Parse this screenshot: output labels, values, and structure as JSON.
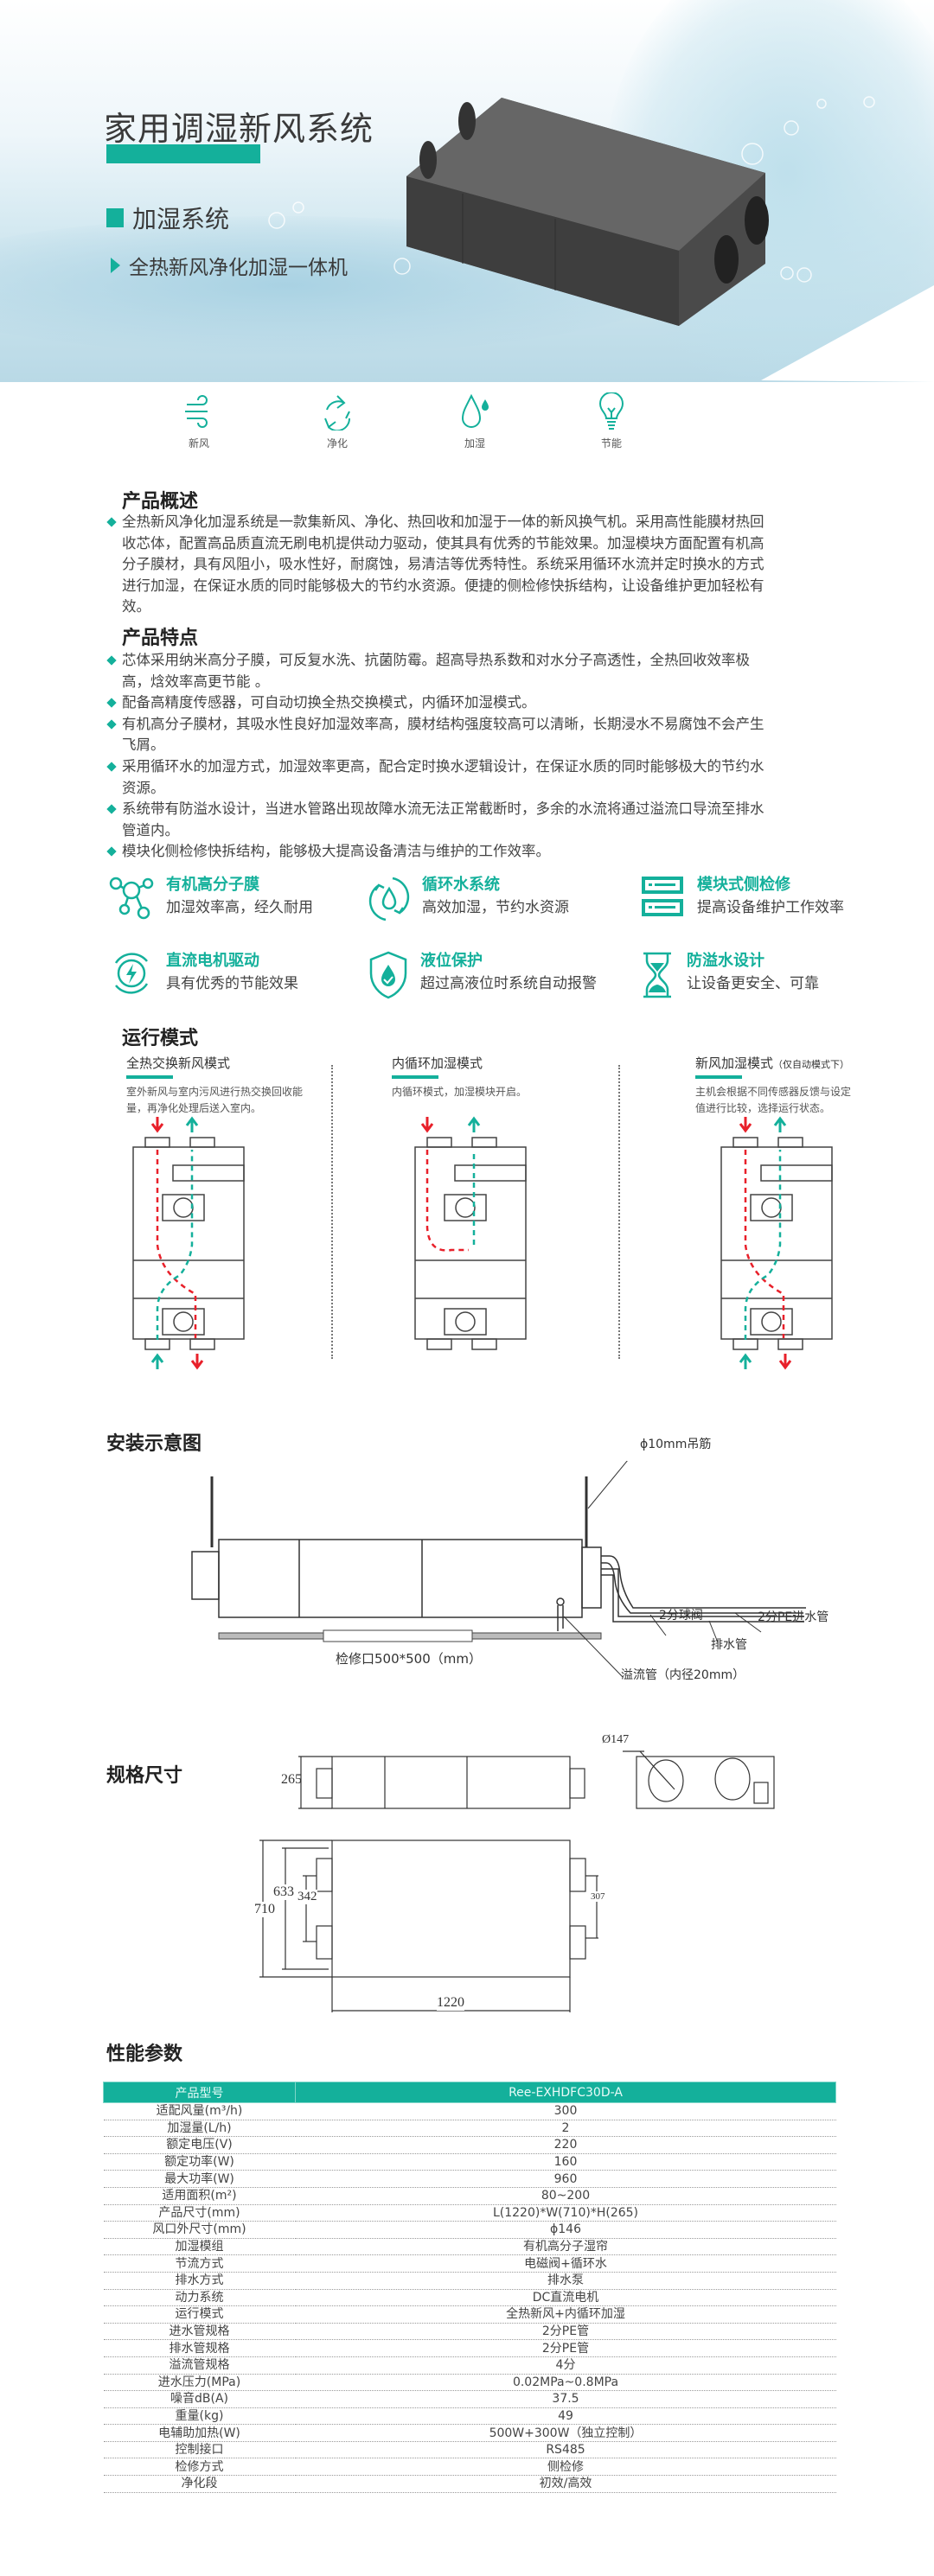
{
  "hero": {
    "title": "家用调湿新风系统",
    "subtitle": "加湿系统",
    "tagline": "全热新风净化加湿一体机"
  },
  "quick_icons": [
    {
      "icon": "wind-icon",
      "label": "新风"
    },
    {
      "icon": "recycle-icon",
      "label": "净化"
    },
    {
      "icon": "water-drop-icon",
      "label": "加湿"
    },
    {
      "icon": "lightbulb-icon",
      "label": "节能"
    }
  ],
  "overview": {
    "heading": "产品概述",
    "text": "全热新风净化加湿系统是一款集新风、净化、热回收和加湿于一体的新风换气机。采用高性能膜材热回收芯体，配置高品质直流无刷电机提供动力驱动，使其具有优秀的节能效果。加湿模块方面配置有机高分子膜材，具有风阻小，吸水性好，耐腐蚀，易清洁等优秀特性。系统采用循环水流并定时换水的方式进行加湿，在保证水质的同时能够极大的节约水资源。便捷的侧检修快拆结构，让设备维护更加轻松有效。"
  },
  "features": {
    "heading": "产品特点",
    "items": [
      "芯体采用纳米高分子膜，可反复水洗、抗菌防霉。超高导热系数和对水分子高透性，全热回收效率极高，焓效率高更节能 。",
      "配备高精度传感器，可自动切换全热交换模式，内循环加湿模式。",
      "有机高分子膜材，其吸水性良好加湿效率高，膜材结构强度较高可以清晰，长期浸水不易腐蚀不会产生飞屑。",
      "采用循环水的加湿方式，加湿效率更高，配合定时换水逻辑设计，在保证水质的同时能够极大的节约水资源。",
      "系统带有防溢水设计，当进水管路出现故障水流无法正常截断时，多余的水流将通过溢流口导流至排水管道内。",
      "模块化侧检修快拆结构，能够极大提高设备清洁与维护的工作效率。"
    ]
  },
  "highlights": [
    {
      "icon": "molecule-icon",
      "title": "有机高分子膜",
      "desc": "加湿效率高，经久耐用"
    },
    {
      "icon": "water-cycle-icon",
      "title": "循环水系统",
      "desc": "高效加湿，节约水资源"
    },
    {
      "icon": "module-icon",
      "title": "模块式侧检修",
      "desc": "提高设备维护工作效率"
    },
    {
      "icon": "dc-motor-icon",
      "title": "直流电机驱动",
      "desc": "具有优秀的节能效果"
    },
    {
      "icon": "shield-drop-icon",
      "title": "液位保护",
      "desc": "超过高液位时系统自动报警"
    },
    {
      "icon": "hourglass-icon",
      "title": "防溢水设计",
      "desc": "让设备更安全、可靠"
    }
  ],
  "modes": {
    "heading": "运行模式",
    "items": [
      {
        "title": "全热交换新风模式",
        "note": "",
        "desc": "室外新风与室内污风进行热交换回收能量，再净化处理后送入室内。"
      },
      {
        "title": "内循环加湿模式",
        "note": "",
        "desc": "内循环模式，加湿模块开启。"
      },
      {
        "title": "新风加湿模式",
        "note": "（仅自动模式下）",
        "desc": "主机会根据不同传感器反馈与设定值进行比较，选择运行状态。"
      }
    ]
  },
  "install": {
    "heading": "安装示意图",
    "labels": {
      "rod": "ϕ10mm吊筋",
      "valve": "2分球阀",
      "inlet": "2分PE进水管",
      "drain": "排水管",
      "overflow": "溢流管（内径20mm）",
      "access": "检修口500*500（mm）"
    }
  },
  "dimensions": {
    "heading": "规格尺寸",
    "height": "265",
    "duct": "Ø147",
    "width_total": "710",
    "width_mount": "633",
    "duct_spacing_left": "342",
    "duct_spacing_right": "307",
    "length": "1220"
  },
  "specs": {
    "heading": "性能参数",
    "header": [
      "产品型号",
      "Ree-EXHDFC30D-A"
    ],
    "rows": [
      [
        "适配风量(m³/h)",
        "300"
      ],
      [
        "加湿量(L/h)",
        "2"
      ],
      [
        "额定电压(V)",
        "220"
      ],
      [
        "额定功率(W)",
        "160"
      ],
      [
        "最大功率(W)",
        "960"
      ],
      [
        "适用面积(m²)",
        "80~200"
      ],
      [
        "产品尺寸(mm)",
        "L(1220)*W(710)*H(265)"
      ],
      [
        "风口外尺寸(mm)",
        "ϕ146"
      ],
      [
        "加湿模组",
        "有机高分子湿帘"
      ],
      [
        "节流方式",
        "电磁阀+循环水"
      ],
      [
        "排水方式",
        "排水泵"
      ],
      [
        "动力系统",
        "DC直流电机"
      ],
      [
        "运行模式",
        "全热新风+内循环加湿"
      ],
      [
        "进水管规格",
        "2分PE管"
      ],
      [
        "排水管规格",
        "2分PE管"
      ],
      [
        "溢流管规格",
        "4分"
      ],
      [
        "进水压力(MPa)",
        "0.02MPa~0.8MPa"
      ],
      [
        "噪音dB(A)",
        "37.5"
      ],
      [
        "重量(kg)",
        "49"
      ],
      [
        "电辅助加热(W)",
        "500W+300W（独立控制）"
      ],
      [
        "控制接口",
        "RS485"
      ],
      [
        "检修方式",
        "侧检修"
      ],
      [
        "净化段",
        "初效/高效"
      ]
    ]
  },
  "colors": {
    "accent": "#14b09b",
    "red_flow": "#e8202a",
    "text": "#444444"
  }
}
